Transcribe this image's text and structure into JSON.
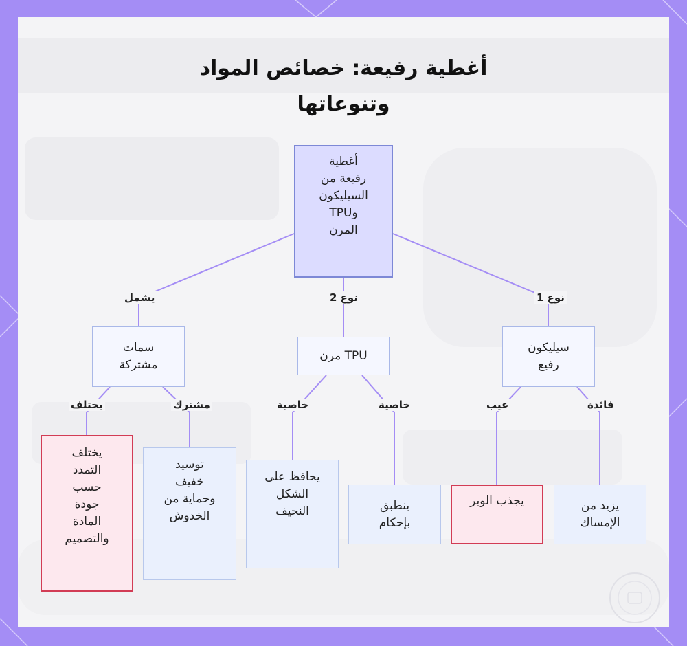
{
  "title": {
    "line1": "أغطية رفيعة: خصائص المواد",
    "line2": "وتنوعاتها"
  },
  "nodes": {
    "root": [
      "أغطية",
      "رفيعة من",
      "السيليكون",
      "وTPU",
      "المرن"
    ],
    "silicone": [
      "سيليكون",
      "رفيع"
    ],
    "tpu": [
      "TPU مرن"
    ],
    "common": [
      "سمات",
      "مشتركة"
    ],
    "grip": [
      "يزيد من",
      "الإمساك"
    ],
    "lint": [
      "يجذب الوبر"
    ],
    "snug": [
      "ينطبق",
      "بإحكام"
    ],
    "shape": [
      "يحافظ على",
      "الشكل",
      "النحيف"
    ],
    "cushion": [
      "توسيد",
      "خفيف",
      "وحماية من",
      "الخدوش"
    ],
    "varies": [
      "يختلف",
      "التمدد",
      "حسب",
      "جودة",
      "المادة",
      "والتصميم"
    ]
  },
  "edges": {
    "type1": "نوع 1",
    "type2": "نوع 2",
    "includes": "يشمل",
    "benefit": "فائدة",
    "drawback": "عيب",
    "property_a": "خاصية",
    "property_b": "خاصية",
    "shared": "مشترك",
    "differs": "يختلف"
  },
  "colors": {
    "background": "#a48df5",
    "panel": "#f4f4f6",
    "connector": "#a48df5",
    "root_fill": "#dcdcff",
    "root_border": "#7d88d6",
    "node_fill": "#f5f7ff",
    "node_border": "#a9b8e8",
    "warning_fill": "#fde8ee",
    "warning_border": "#d23c55"
  }
}
